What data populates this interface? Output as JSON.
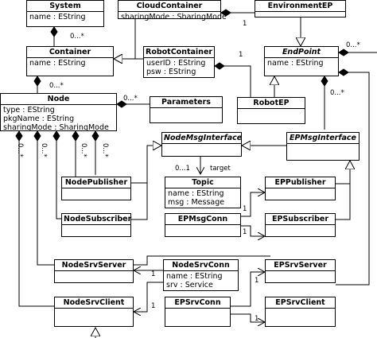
{
  "classes": {
    "system": {
      "name": "System",
      "attrs": [
        "name : EString"
      ]
    },
    "cloud_container": {
      "name": "CloudContainer",
      "attrs": [
        "sharingMode : SharingMode"
      ]
    },
    "environment_ep": {
      "name": "EnvironmentEP",
      "attrs": []
    },
    "container": {
      "name": "Container",
      "attrs": [
        "name : EString"
      ]
    },
    "robot_container": {
      "name": "RobotContainer",
      "attrs": [
        "userID : EString",
        "psw : EString"
      ]
    },
    "endpoint": {
      "name": "EndPoint",
      "attrs": [
        "name : EString"
      ]
    },
    "node": {
      "name": "Node",
      "attrs": [
        "type : EString",
        "pkgName : EString",
        "sharingMode : SharingMode"
      ]
    },
    "parameters": {
      "name": "Parameters",
      "attrs": []
    },
    "robot_ep": {
      "name": "RobotEP",
      "attrs": []
    },
    "node_msg_interface": {
      "name": "NodeMsgInterface",
      "attrs": []
    },
    "ep_msg_interface": {
      "name": "EPMsgInterface",
      "attrs": []
    },
    "node_publisher": {
      "name": "NodePublisher",
      "attrs": []
    },
    "topic": {
      "name": "Topic",
      "attrs": [
        "name : EString",
        "msg : Message"
      ]
    },
    "ep_publisher": {
      "name": "EPPublisher",
      "attrs": []
    },
    "node_subscriber": {
      "name": "NodeSubscriber",
      "attrs": []
    },
    "ep_msg_conn": {
      "name": "EPMsgConn",
      "attrs": []
    },
    "ep_subscriber": {
      "name": "EPSubscriber",
      "attrs": []
    },
    "node_srv_server": {
      "name": "NodeSrvServer",
      "attrs": []
    },
    "node_srv_conn": {
      "name": "NodeSrvConn",
      "attrs": [
        "name : EString",
        "srv : Service"
      ]
    },
    "ep_srv_server": {
      "name": "EPSrvServer",
      "attrs": []
    },
    "node_srv_client": {
      "name": "NodeSrvClient",
      "attrs": []
    },
    "ep_srv_conn": {
      "name": "EPSrvConn",
      "attrs": []
    },
    "ep_srv_client": {
      "name": "EPSrvClient",
      "attrs": []
    }
  },
  "labels": {
    "sys_container_mult": "0...*",
    "cloud_env_mult": "1",
    "rc_robotep_mult": "1",
    "container_node_mult": "0...*",
    "node_params_mult": "0...*",
    "endpoint_top_mult": "0...*",
    "endpoint_iface_mult": "0...*",
    "node_iface_mult_1": "0...*",
    "node_iface_mult_2": "0...*",
    "node_iface_mult_3": "0...*",
    "node_iface_mult_4": "0...*",
    "topic_mult": "0...1",
    "topic_role": "target",
    "msgconn_1a": "1",
    "msgconn_1b": "1",
    "srvconn_1a": "1",
    "srvconn_1b": "1",
    "epsrvconn_1a": "1",
    "epsrvconn_1b": "1"
  }
}
